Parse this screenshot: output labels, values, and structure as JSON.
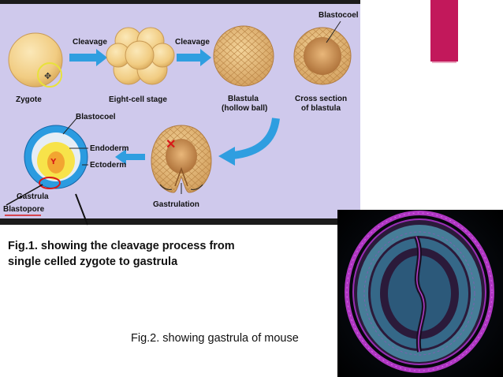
{
  "figure1": {
    "stage_labels": {
      "zygote": "Zygote",
      "eight_cell": "Eight-cell stage",
      "blastula_1": "Blastula",
      "blastula_2": "(hollow ball)",
      "cross_section_1": "Cross section",
      "cross_section_2": "of blastula",
      "gastrulation": "Gastrulation",
      "gastrula": "Gastrula",
      "blastopore": "Blastopore"
    },
    "arrow_labels": {
      "cleavage_1": "Cleavage",
      "cleavage_2": "Cleavage"
    },
    "callouts": {
      "blastocoel_top": "Blastocoel",
      "blastocoel_bottom": "Blastocoel",
      "endoderm": "Endoderm",
      "ectoderm": "Ectoderm"
    },
    "colors": {
      "panel_background": "#cfc9ec",
      "egg": "#f4d590",
      "arrow": "#2f9ee0",
      "ectoderm": "#2b9be0",
      "endoderm": "#f7e34a",
      "annotation_red": "#d81818",
      "accent_magenta": "#c2185b"
    }
  },
  "captions": {
    "fig1_line1": "Fig.1. showing the  cleavage process from",
    "fig1_line2": "single celled zygote to gastrula",
    "fig2": "Fig.2. showing gastrula of mouse"
  }
}
